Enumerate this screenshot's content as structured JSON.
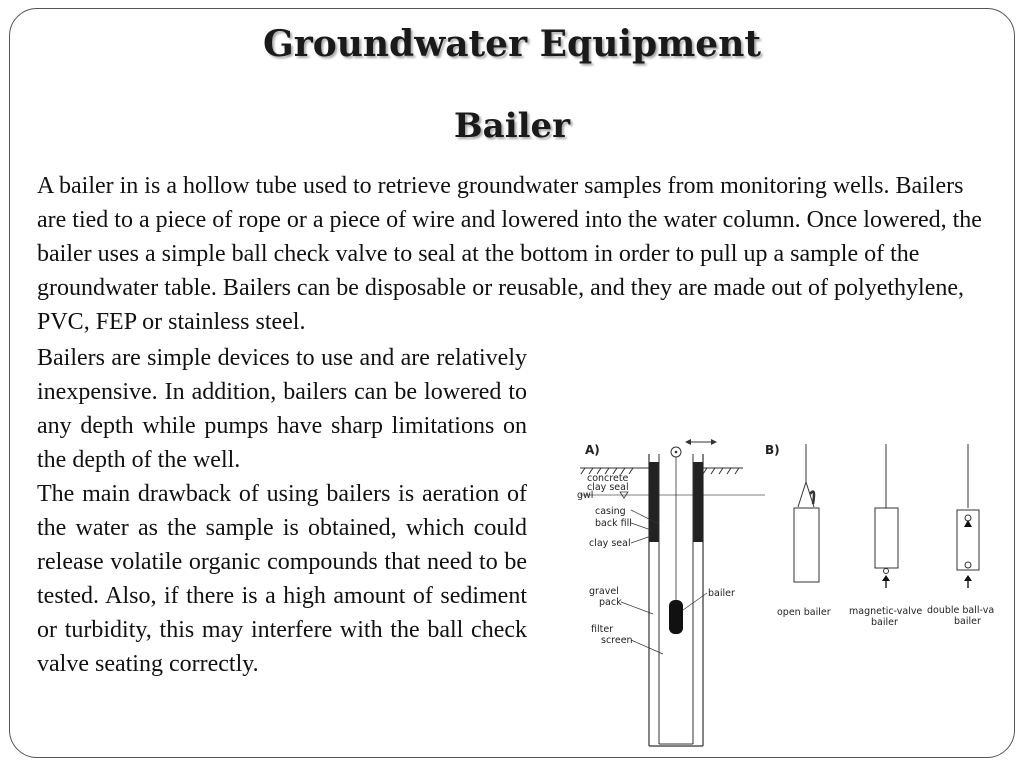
{
  "slide": {
    "title": "Groundwater Equipment",
    "subtitle": "Bailer",
    "intro_text": "A bailer in is a hollow tube used to retrieve groundwater samples from monitoring wells. Bailers are tied to a piece of rope or a piece of wire  and lowered into the water column. Once lowered, the bailer uses a simple ball check valve to seal at the bottom in order to pull up a sample of the groundwater table. Bailers can be disposable or reusable, and they are made out of polyethylene, PVC, FEP or stainless steel.",
    "advantages_text": "Bailers are simple devices to use and are relatively inexpensive. In addition, bailers can be lowered to any depth while pumps have sharp limitations on the depth of the well.",
    "drawback_text": "The main drawback of using bailers is aeration of the water as the sample is obtained, which could release volatile organic compounds that need to be tested. Also, if there is a high amount of sediment or turbidity, this may interfere with the ball check valve seating correctly."
  },
  "figure": {
    "panel_a": "A)",
    "panel_b": "B)",
    "labels": {
      "concrete": "concrete",
      "clay_seal_top": "clay seal",
      "gwl": "gwl",
      "casing": "casing",
      "back_fill": "back fill",
      "clay_seal": "clay seal",
      "gravel": "gravel",
      "pack": "pack",
      "filter": "filter",
      "screen": "screen",
      "bailer": "bailer"
    },
    "types": {
      "open": "open bailer",
      "magnetic_1": "magnetic-valve",
      "magnetic_2": "bailer",
      "double_1": "double ball-valve",
      "double_2": "bailer"
    }
  }
}
